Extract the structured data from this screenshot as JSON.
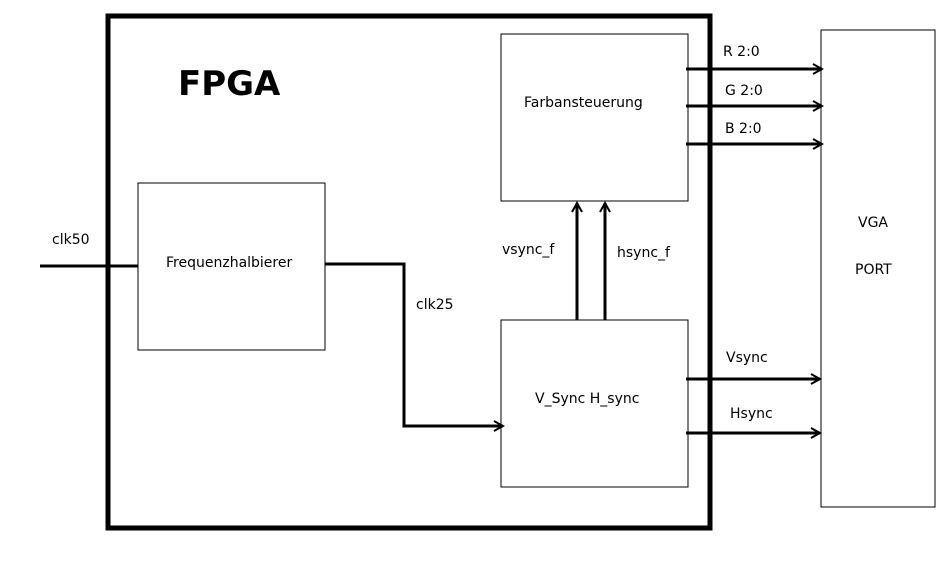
{
  "fpga": {
    "title": "FPGA"
  },
  "blocks": {
    "frequenzhalbierer": "Frequenzhalbierer",
    "farbansteuerung": "Farbansteuerung",
    "vsync_hsync": "V_Sync H_sync",
    "vga_port_line1": "VGA",
    "vga_port_line2": "PORT"
  },
  "signals": {
    "clk50": "clk50",
    "clk25": "clk25",
    "vsync_f": "vsync_f",
    "hsync_f": "hsync_f",
    "r": "R 2:0",
    "g": "G 2:0",
    "b": "B 2:0",
    "vsync": "Vsync",
    "hsync": "Hsync"
  }
}
